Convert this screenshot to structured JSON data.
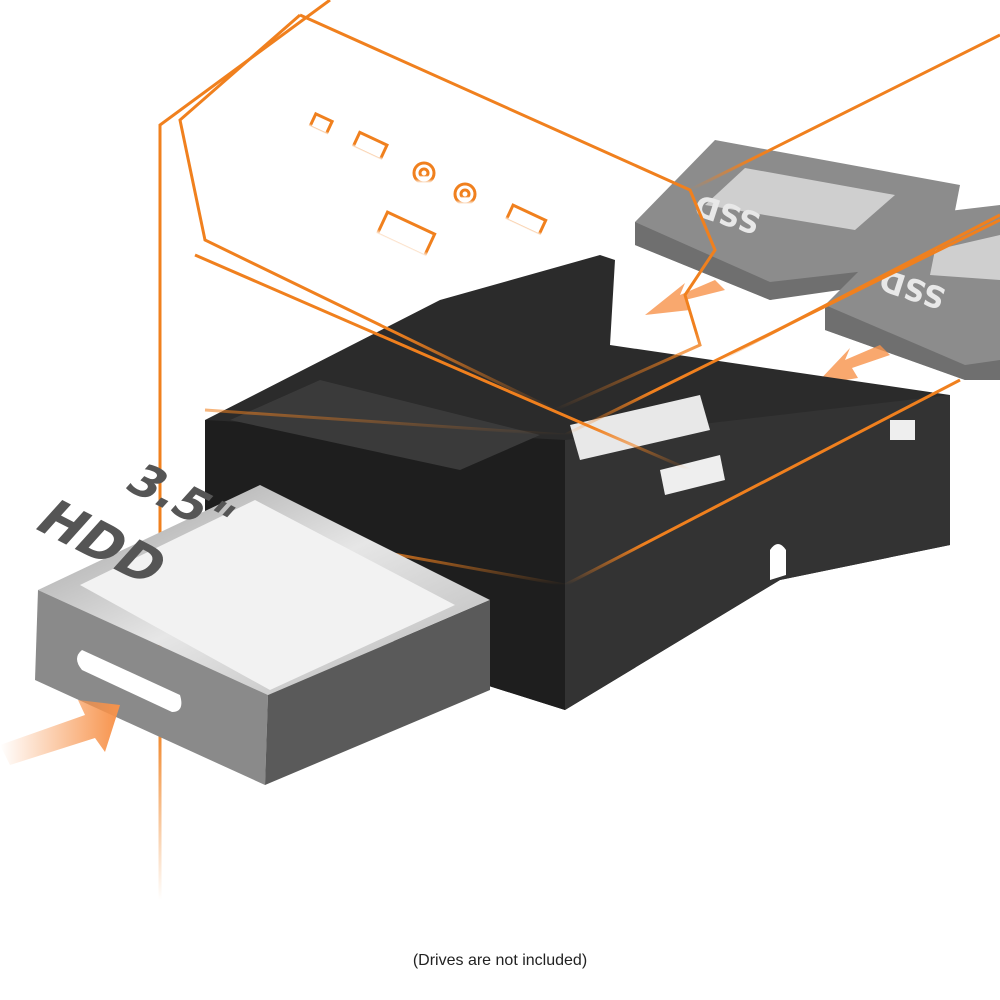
{
  "caption": "(Drives are not included)",
  "hdd": {
    "size_label": "3.5\"",
    "type_label": "HDD"
  },
  "ssd_drives": [
    {
      "label": "SSD"
    },
    {
      "label": "SSD"
    }
  ],
  "colors": {
    "outline": "#f0801e",
    "bay": "#2a2a2a",
    "ssd": "#8c8c8c",
    "hdd": "#d0d0d0",
    "arrow": "#f7924a"
  }
}
